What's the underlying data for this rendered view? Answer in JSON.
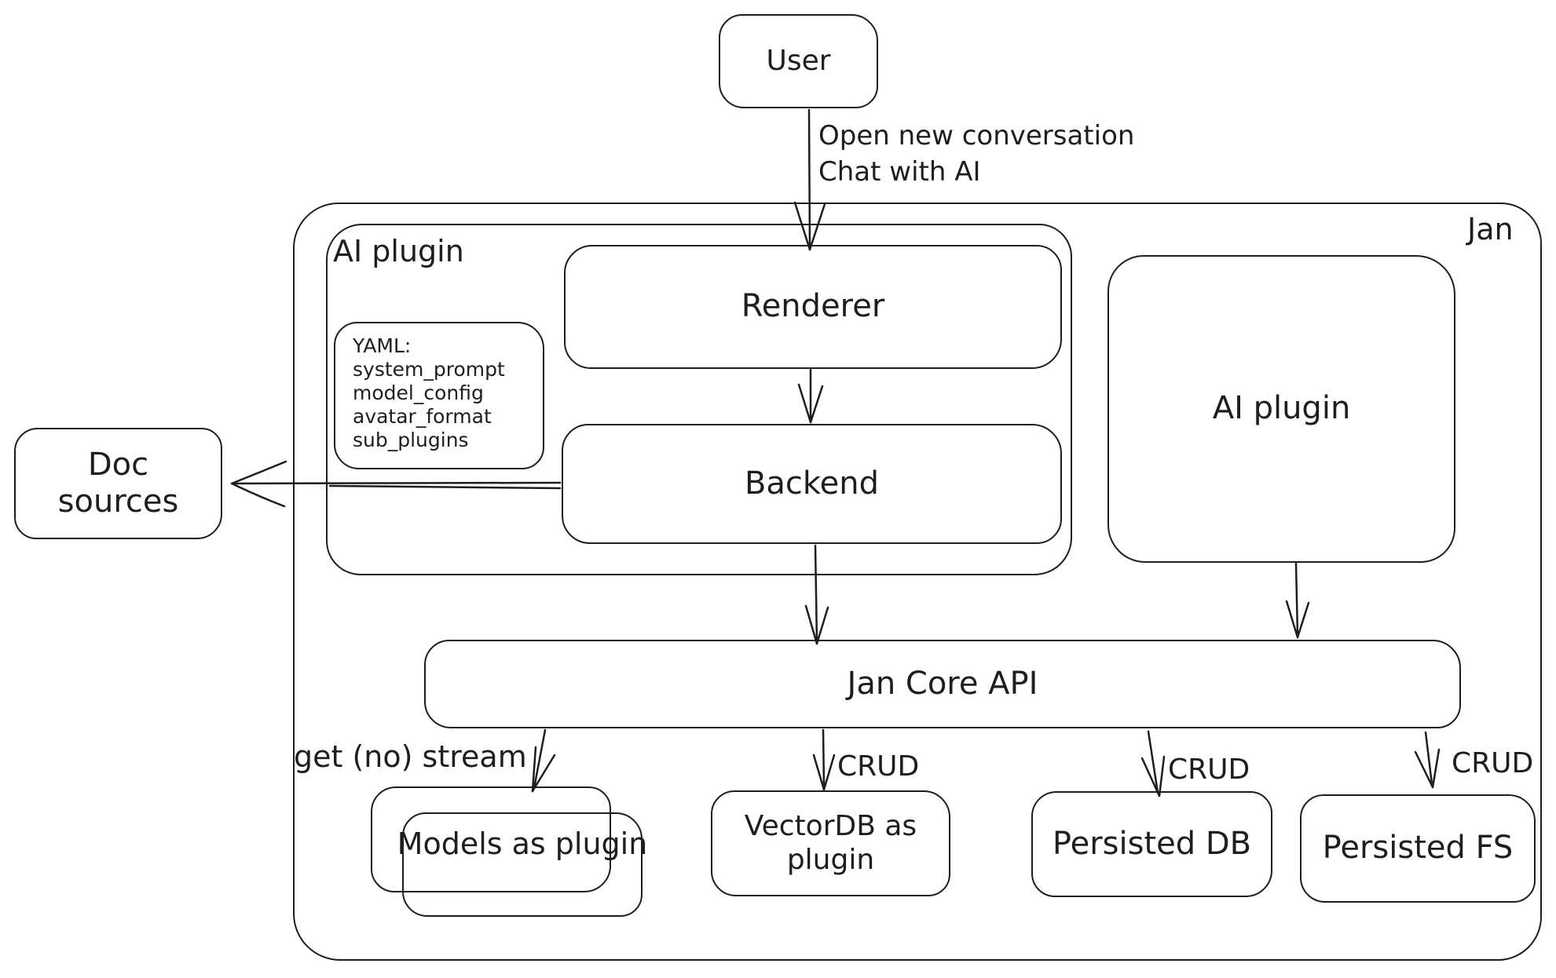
{
  "diagram": {
    "container_label": "Jan",
    "nodes": {
      "user": "User",
      "ai_plugin_left": "AI plugin",
      "renderer": "Renderer",
      "backend": "Backend",
      "doc_sources": "Doc sources",
      "ai_plugin_right": "AI plugin",
      "jan_core_api": "Jan Core API",
      "models_as_plugin": "Models as plugin",
      "vectordb_as_plugin": "VectorDB as plugin",
      "persisted_db": "Persisted DB",
      "persisted_fs": "Persisted FS",
      "yaml_lines": [
        "YAML:",
        "system_prompt",
        "model_config",
        "avatar_format",
        "sub_plugins"
      ]
    },
    "edges": {
      "user_to_renderer": [
        "Open new conversation",
        "Chat with AI"
      ],
      "api_to_models": "get (no) stream",
      "crud_vectordb": "CRUD",
      "crud_persisted_db": "CRUD",
      "crud_persisted_fs": "CRUD"
    },
    "colors": {
      "stroke": "#1e1e1e",
      "background": "#ffffff"
    }
  }
}
